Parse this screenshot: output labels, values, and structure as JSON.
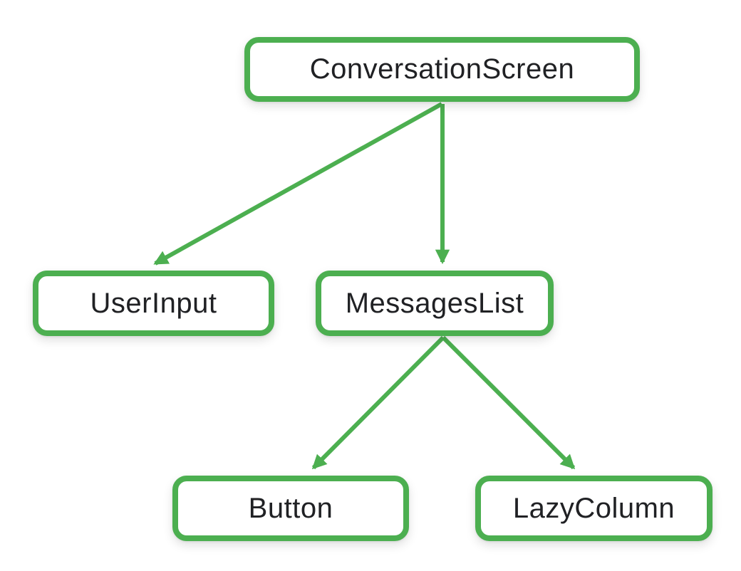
{
  "diagram": {
    "type": "tree",
    "description": "Compose UI component hierarchy tree",
    "accent_color": "#4CAF50",
    "text_color": "#202124",
    "node_background_color": "#ffffff",
    "background_color": "#ffffff",
    "nodes": [
      {
        "id": "conversation-screen",
        "label": "ConversationScreen"
      },
      {
        "id": "user-input",
        "label": "UserInput"
      },
      {
        "id": "messages-list",
        "label": "MessagesList"
      },
      {
        "id": "button",
        "label": "Button"
      },
      {
        "id": "lazy-column",
        "label": "LazyColumn"
      }
    ],
    "edges": [
      {
        "from": "ConversationScreen",
        "to": "UserInput"
      },
      {
        "from": "ConversationScreen",
        "to": "MessagesList"
      },
      {
        "from": "MessagesList",
        "to": "Button"
      },
      {
        "from": "MessagesList",
        "to": "LazyColumn"
      }
    ]
  }
}
